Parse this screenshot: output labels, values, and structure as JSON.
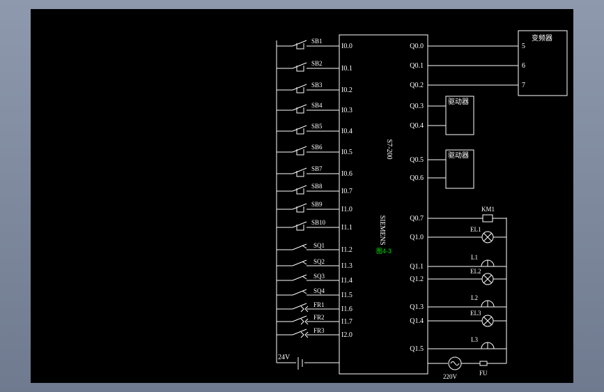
{
  "plc": {
    "model": "S7-200",
    "brand": "SIEMENS",
    "note": "图4-3",
    "inputs": [
      "I0.0",
      "I0.1",
      "I0.2",
      "I0.3",
      "I0.4",
      "I0.5",
      "I0.6",
      "I0.7",
      "I1.0",
      "I1.1",
      "I1.2",
      "I1.3",
      "I1.4",
      "I1.5",
      "I1.6",
      "I1.7",
      "I2.0"
    ],
    "outputs": [
      "Q0.0",
      "Q0.1",
      "Q0.2",
      "Q0.3",
      "Q0.4",
      "Q0.5",
      "Q0.6",
      "Q0.7",
      "Q1.0",
      "Q1.1",
      "Q1.2",
      "Q1.3",
      "Q1.4",
      "Q1.5"
    ]
  },
  "input_devices": [
    "SB1",
    "SB2",
    "SB3",
    "SB4",
    "SB5",
    "SB6",
    "SB7",
    "SB8",
    "SB9",
    "SB10",
    "SQ1",
    "SQ2",
    "SQ3",
    "SQ4",
    "FR1",
    "FR2",
    "FR3"
  ],
  "supply": {
    "dc": "24V",
    "ac": "220V",
    "fuse": "FU"
  },
  "inverter": {
    "title": "变频器",
    "terminals": [
      "5",
      "6",
      "7"
    ]
  },
  "drivers": [
    "驱动器",
    "驱动器"
  ],
  "loads": [
    "KM1",
    "EL1",
    "L1",
    "EL2",
    "L2",
    "EL3",
    "L3"
  ]
}
